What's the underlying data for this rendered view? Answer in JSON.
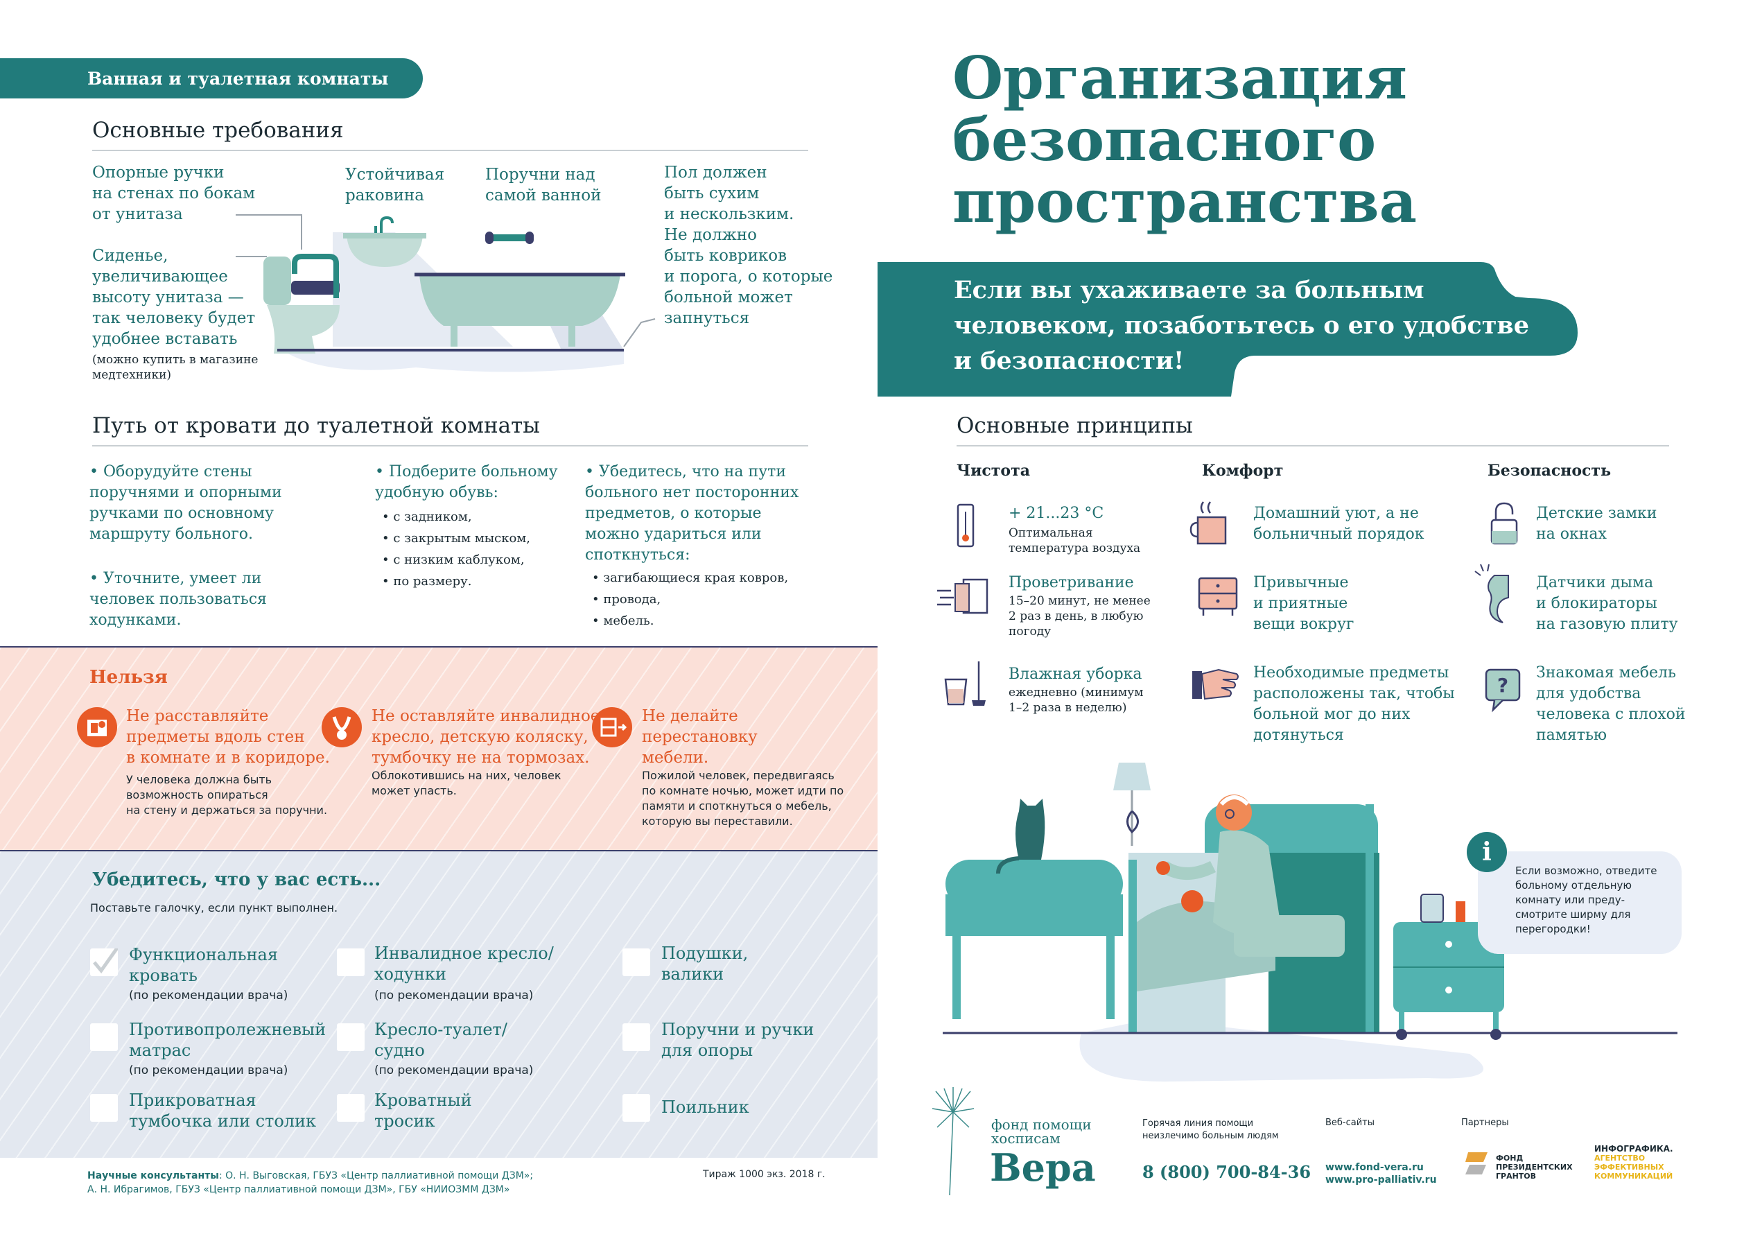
{
  "bath": {
    "badge": "Ванная и туалетная комнаты",
    "heading": "Основные требования",
    "grab_bars": "Опорные ручки\nна стенах по бокам\nот унитаза",
    "seat": "Сиденье,\nувеличивающее\nвысоту унитаза —\nтак человеку будет\nудобнее вставать",
    "seat_note": "(можно купить в магазине\nмедтехники)",
    "sink": "Устойчивая\nраковина",
    "rails": "Поручни над\nсамой ванной",
    "floor": "Пол должен\nбыть сухим\nи нескользким.\nНе должно\nбыть ковриков\nи порога, о которые\nбольной может\nзапнуться"
  },
  "path": {
    "heading": "Путь от кровати до туалетной комнаты",
    "b1": "• Оборудуйте стены\n   поручнями и опорными\n   ручками по основному\n   маршруту больного.",
    "b2": "• Уточните, умеет ли\n   человек пользоваться\n   ходунками.",
    "b3": "• Подберите больному\n   удобную обувь:",
    "b3_items": [
      "• с задником,",
      "• с закрытым мыском,",
      "• с низким каблуком,",
      "• по размеру."
    ],
    "b4": "• Убедитесь, что на пути\n   больного нет посторонних\n   предметов, о которые\n   можно удариться или\n   споткнуться:",
    "b4_items": [
      "• загибающиеся края ковров,",
      "• провода,",
      "• мебель."
    ]
  },
  "dont": {
    "heading": "Нельзя",
    "i1_title": "Не расставляйте\nпредметы вдоль стен\nв комнате и в коридоре.",
    "i1_text": "У человека должна быть\nвозможность опираться\nна стену и держаться за поручни.",
    "i2_title": "Не оставляйте инвалидное\nкресло, детскую коляску,\nтумбочку не на тормозах.",
    "i2_text": "Облокотившись на них, человек\nможет упасть.",
    "i3_title": "Не делайте\nперестановку\nмебели.",
    "i3_text": "Пожилой человек, передвигаясь\nпо комнате ночью, может идти по\nпамяти и споткнуться о мебель,\nкоторую вы переставили."
  },
  "checklist": {
    "heading": "Убедитесь, что у вас есть...",
    "subtitle": "Поставьте галочку, если пункт выполнен.",
    "items": [
      {
        "label": "Функциональная\nкровать",
        "note": "(по рекомендации врача)"
      },
      {
        "label": "Противопролежневый\nматрас",
        "note": "(по рекомендации врача)"
      },
      {
        "label": "Прикроватная\nтумбочка или столик",
        "note": ""
      },
      {
        "label": "Инвалидное кресло/\nходунки",
        "note": "(по рекомендации врача)"
      },
      {
        "label": "Кресло-туалет/\nсудно",
        "note": "(по рекомендации врача)"
      },
      {
        "label": "Кроватный\nтросик",
        "note": ""
      },
      {
        "label": "Подушки,\nвалики",
        "note": ""
      },
      {
        "label": "Поручни и ручки\nдля опоры",
        "note": ""
      },
      {
        "label": "Поильник",
        "note": ""
      }
    ]
  },
  "footer": {
    "consultants_label": "Научные консультанты",
    "consultants_1": ": О. Н. Выговская, ГБУЗ «Центр паллиативной помощи ДЗМ»;",
    "consultants_2": "А. Н. Ибрагимов, ГБУЗ «Центр паллиативной помощи ДЗМ», ГБУ «НИИОЗММ ДЗМ»",
    "print_run": "Тираж 1000 экз. 2018 г.",
    "fund_line1": "фонд помощи",
    "fund_line2": "хосписам",
    "fund_name": "Вера",
    "hotline_label": "Горячая линия помощи\nнеизлечимо больным людям",
    "hotline_phone": "8 (800) 700-84-36",
    "websites_label": "Веб-сайты",
    "site1": "www.fond-vera.ru",
    "site2": "www.pro-palliativ.ru",
    "partners_label": "Партнеры",
    "partner1": "ФОНД\nПРЕЗИДЕНТСКИХ\nГРАНТОВ",
    "partner2_a": "ИНФОГРАФИКА.",
    "partner2_b": "АГЕНТСТВО\nЭФФЕКТИВНЫХ\nКОММУНИКАЦИЙ"
  },
  "title": {
    "main": "Организация\nбезопасного\nпространства",
    "banner": "Если вы ухаживаете за больным\nчеловеком, позаботьтесь о его удобстве\nи безопасности!"
  },
  "principles": {
    "heading": "Основные принципы",
    "col1": "Чистота",
    "col2": "Комфорт",
    "col3": "Безопасность",
    "temp": "+ 21...23 °С",
    "temp_note": "Оптимальная\nтемпература воздуха",
    "air": "Проветривание",
    "air_note": "15–20 минут, не менее\n2 раз в день, в любую\nпогоду",
    "wet": "Влажная уборка",
    "wet_note": "ежедневно (минимум\n1–2 раза в неделю)",
    "home": "Домашний уют, а не\nбольничный порядок",
    "things": "Привычные\nи приятные\nвещи вокруг",
    "reach": "Необходимые предметы\nрасположены так, чтобы\nбольной мог до них\nдотянуться",
    "locks": "Детские замки\nна окнах",
    "smoke": "Датчики дыма\nи блокираторы\nна газовую плиту",
    "furniture": "Знакомая мебель\nдля удобства\nчеловека с плохой\nпамятью",
    "info_icon": "i",
    "info": "Если возможно, отведите\nбольному отдельную\nкомнату или преду-\nсмотрите ширму для\nперегородки!"
  },
  "colors": {
    "teal": "#217b7b",
    "orange": "#e85a27",
    "pink": "#fbe0d8",
    "blue_grey": "#e3e8f0"
  }
}
